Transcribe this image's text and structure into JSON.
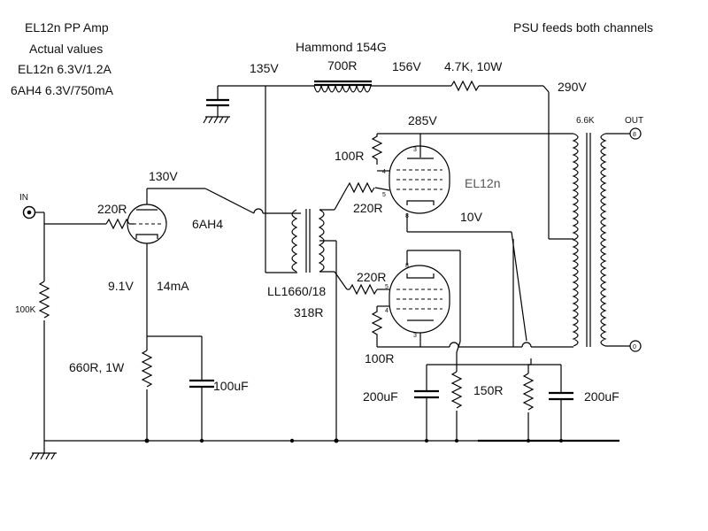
{
  "notes": {
    "title": "EL12n PP Amp",
    "line2": "Actual values",
    "line3": "EL12n 6.3V/1.2A",
    "line4": "6AH4 6.3V/750mA",
    "psu": "PSU feeds both channels"
  },
  "psu_chain": {
    "choke_model": "Hammond 154G",
    "choke_resistance": "700R",
    "v_filter": "135V",
    "v_after_choke": "156V",
    "dropper": "4.7K, 10W",
    "v_b_plus": "290V"
  },
  "driver": {
    "tube": "6AH4",
    "v_plate": "130V",
    "grid_resistor": "220R",
    "v_cathode": "9.1V",
    "current": "14mA",
    "cathode_resistor": "660R, 1W",
    "cathode_cap": "100uF",
    "grid_leak": "100K",
    "input_label": "IN"
  },
  "interstage": {
    "model": "LL1660/18",
    "resistance": "318R"
  },
  "output_stage": {
    "tube": "EL12n",
    "v_screen": "285V",
    "screen_res_top": "100R",
    "grid_res_top": "220R",
    "grid_res_bottom": "220R",
    "screen_res_bottom": "100R",
    "v_cathode": "10V",
    "cathode_cap_left": "200uF",
    "cathode_res": "150R",
    "cathode_cap_right": "200uF",
    "pin3": "3",
    "pin4": "4",
    "pin5": "5",
    "pin8": "8"
  },
  "output_transformer": {
    "impedance": "6.6K",
    "out_label": "OUT",
    "tap_8": "8",
    "tap_0": "0"
  }
}
